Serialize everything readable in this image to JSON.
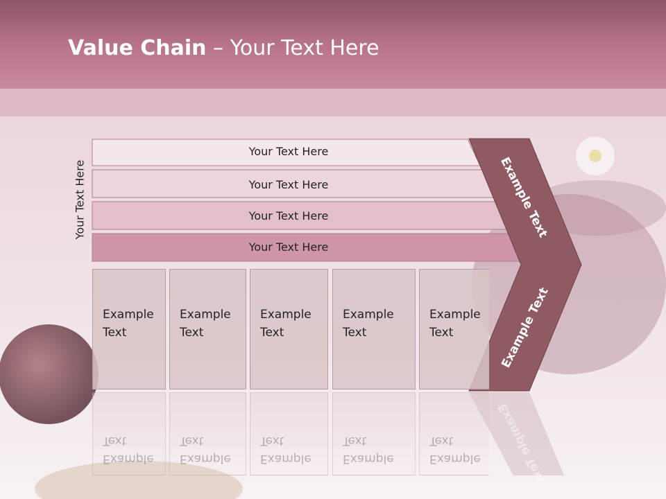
{
  "slide": {
    "title_bold": "Value Chain",
    "title_rest": " – Your Text Here",
    "side_label": "Your Text Here",
    "rows": [
      "Your Text Here",
      "Your Text Here",
      "Your Text Here",
      "Your Text Here"
    ],
    "boxes": [
      "Example\nText",
      "Example\nText",
      "Example\nText",
      "Example\nText",
      "Example\nText"
    ],
    "arrow_top": "Example Text",
    "arrow_bottom": "Example Text"
  },
  "colors": {
    "header": "#b06c82",
    "arrow": "#8f5a62",
    "row1": "#f5e8ec",
    "row2": "#ecd5dc",
    "row3": "#e2bfcb",
    "row4": "#cf95ab"
  }
}
